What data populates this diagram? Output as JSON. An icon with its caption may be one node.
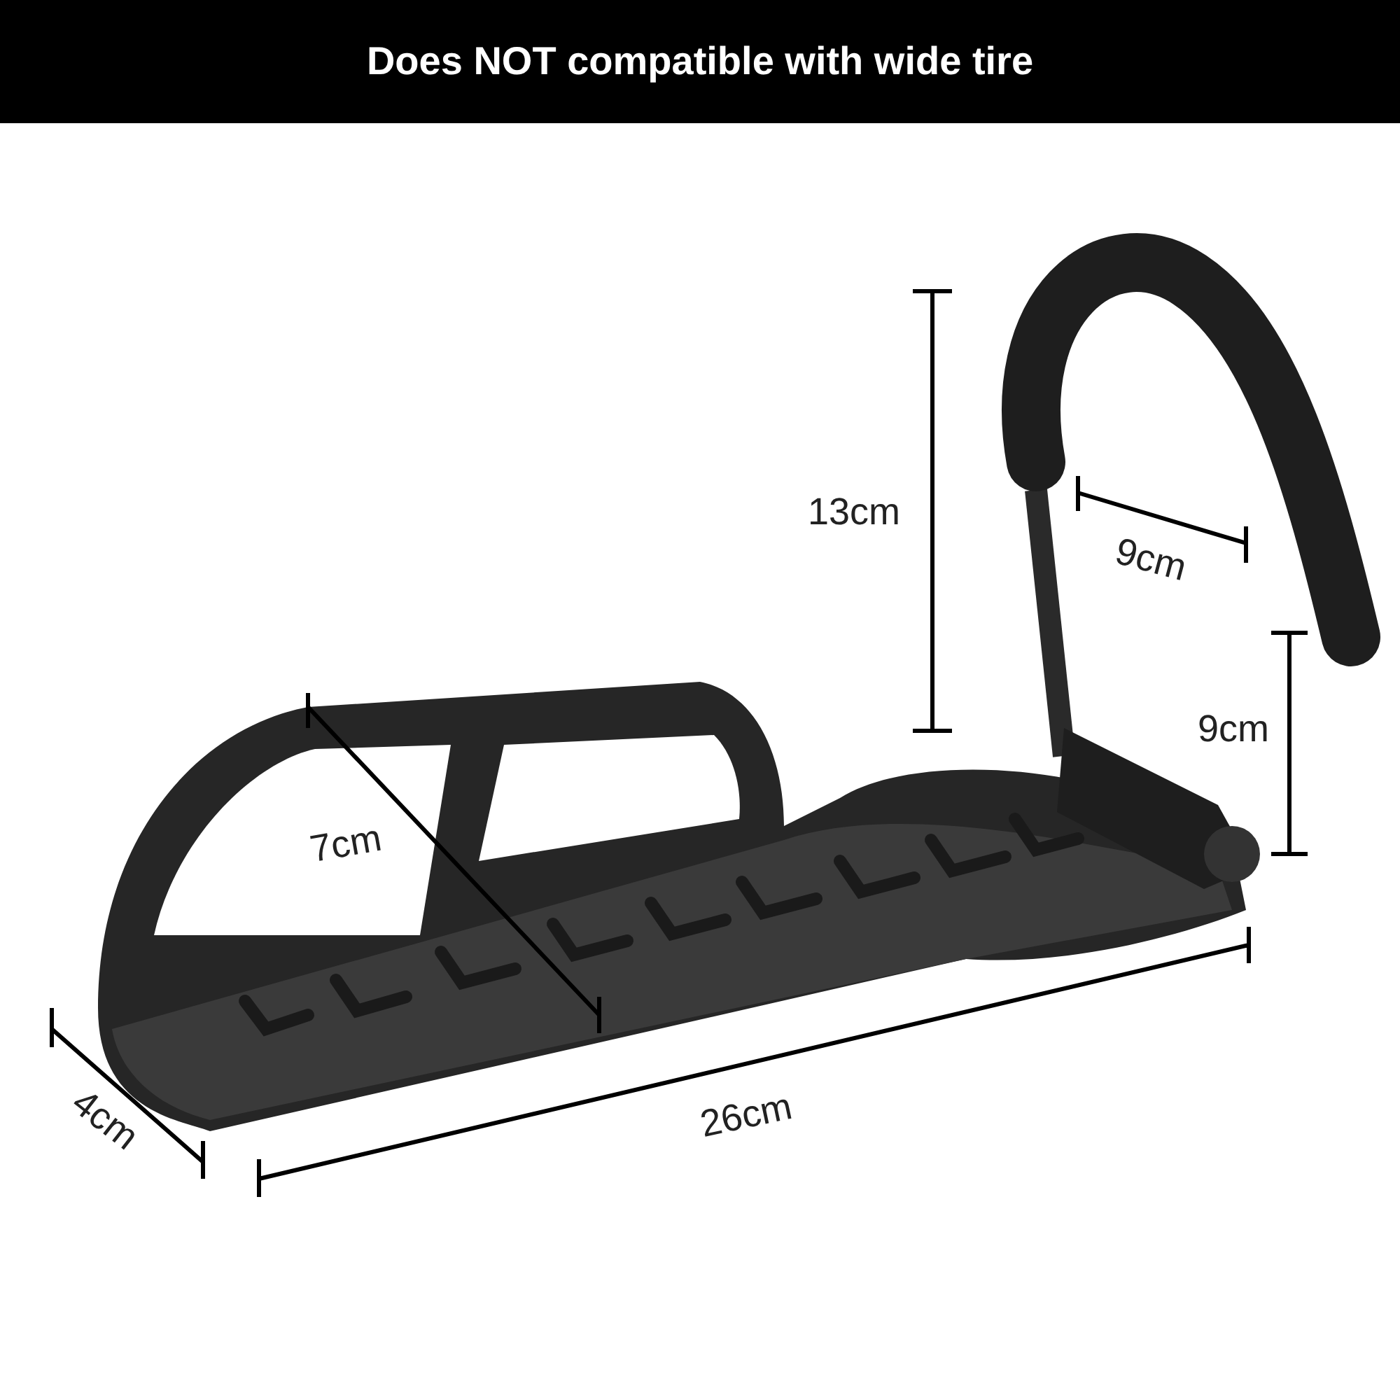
{
  "diagram": {
    "title": "Does NOT compatible with wide tire",
    "labels": [
      "13cm",
      "9cm",
      "9cm",
      "7cm",
      "4cm",
      "26cm"
    ]
  }
}
